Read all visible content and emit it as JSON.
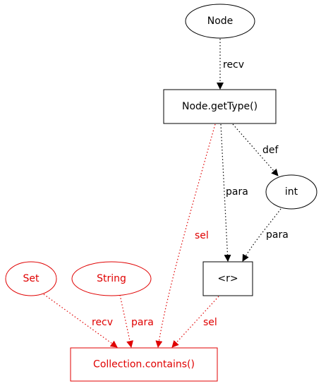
{
  "colors": {
    "black": "#000000",
    "red": "#e00000"
  },
  "nodes": {
    "node": "Node",
    "node_gettype": "Node.getType()",
    "int": "int",
    "r": "<r>",
    "set": "Set",
    "string": "String",
    "contains": "Collection.contains()"
  },
  "edges": {
    "node_to_gettype": "recv",
    "gettype_to_int": "def",
    "gettype_to_r": "para",
    "int_to_r": "para",
    "gettype_to_contains": "sel",
    "r_to_contains": "sel",
    "set_to_contains": "recv",
    "string_to_contains": "para"
  }
}
